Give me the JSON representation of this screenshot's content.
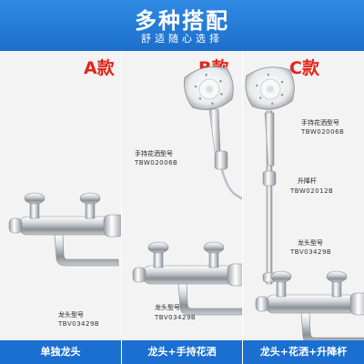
{
  "header": {
    "title": "多种搭配",
    "subtitle": "舒适随心选择"
  },
  "panels": [
    {
      "label": "A款",
      "faucet_title": "龙头型号",
      "faucet_code": "TBV03429B"
    },
    {
      "label": "B款",
      "shower_title": "手持花洒型号",
      "shower_code": "TBW02006B",
      "faucet_title": "龙头型号",
      "faucet_code": "TBV03429B"
    },
    {
      "label": "C款",
      "shower_title": "手持花洒型号",
      "shower_code": "TBW02006B",
      "bar_title": "升降杆",
      "bar_code": "TBW02012B",
      "faucet_title": "龙头型号",
      "faucet_code": "TBV03429B"
    }
  ],
  "footer": {
    "tabs": [
      "单独龙头",
      "龙头+手持花洒",
      "龙头+花洒+升降杆"
    ]
  },
  "colors": {
    "brand_blue": "#1a6fd0",
    "label_red": "#e1251b",
    "panel_bg": "#f3f3f3"
  }
}
